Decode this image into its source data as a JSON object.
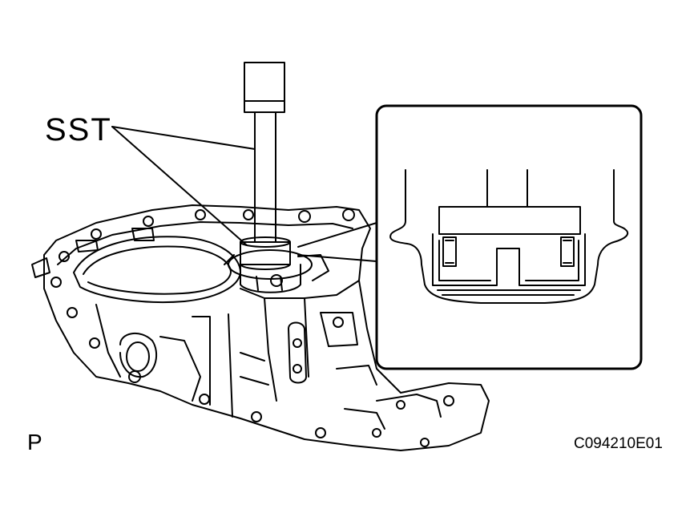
{
  "labels": {
    "tool": "SST",
    "view": "P",
    "figure_code": "C094210E01"
  },
  "colors": {
    "line": "#000000",
    "background": "#ffffff"
  }
}
